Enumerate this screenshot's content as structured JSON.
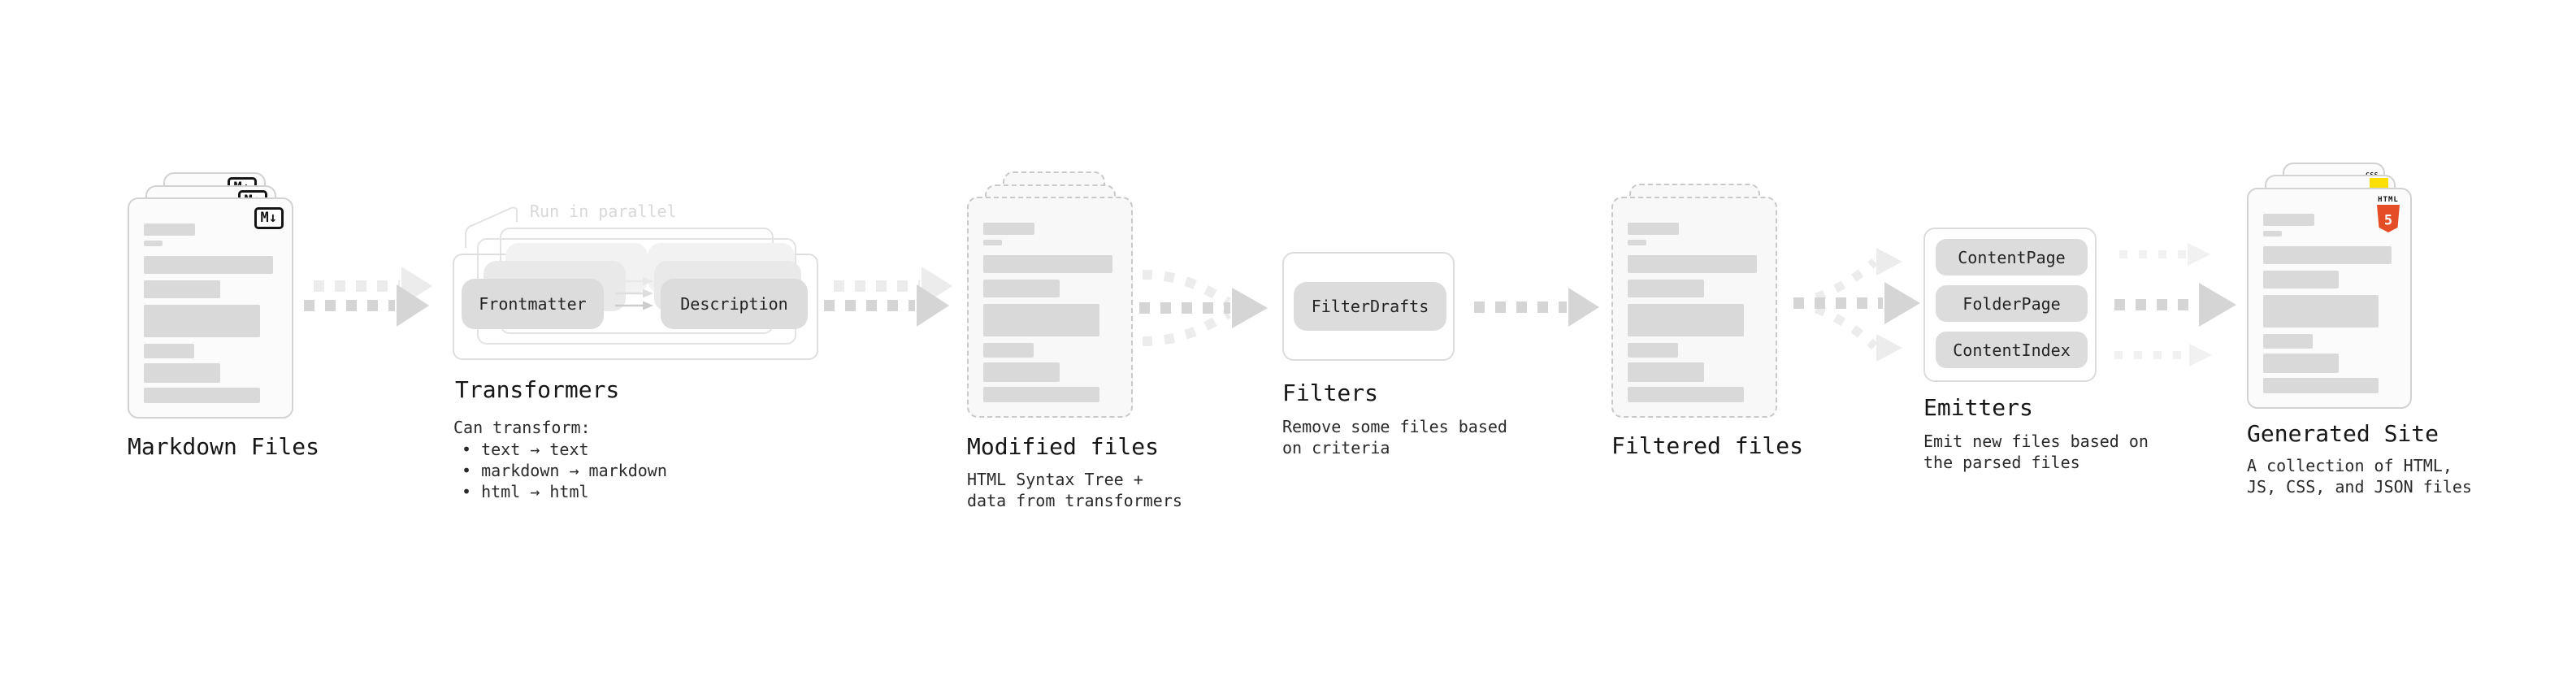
{
  "colors": {
    "canvas_bg": "#ffffff",
    "doc_bar": "#d9d9d9",
    "arrow_dark": "#d5d5d5",
    "arrow_light": "#ececec",
    "arrow_faint": "#f1f1f1",
    "accent_html5": "#e44d26",
    "accent_js": "#ffdf00",
    "accent_css": "#2965f1"
  },
  "stages": {
    "markdown_files": {
      "title": "Markdown Files",
      "file_icon": "M↓"
    },
    "transformers": {
      "title": "Transformers",
      "annotation": "Run in parallel",
      "chips": {
        "input": "Frontmatter",
        "output": "Description"
      },
      "caption_heading": "Can transform:",
      "bullets": [
        "• text → text",
        "• markdown → markdown",
        "• html → html"
      ]
    },
    "modified_files": {
      "title": "Modified files",
      "caption": [
        "HTML Syntax Tree +",
        "data from transformers"
      ]
    },
    "filters": {
      "title": "Filters",
      "chip": "FilterDrafts",
      "caption": [
        "Remove some files based",
        "on criteria"
      ]
    },
    "filtered_files": {
      "title": "Filtered files"
    },
    "emitters": {
      "title": "Emitters",
      "chips": [
        "ContentPage",
        "FolderPage",
        "ContentIndex"
      ],
      "caption": [
        "Emit new files based on",
        "the parsed files"
      ]
    },
    "generated_site": {
      "title": "Generated Site",
      "caption": [
        "A collection of HTML,",
        "JS, CSS, and JSON files"
      ],
      "badges": {
        "html_label": "HTML",
        "html_number": "5",
        "css_label": "CSS"
      }
    }
  },
  "doc_bars": [
    {
      "w": 39,
      "h": 15,
      "gap": 0
    },
    {
      "w": 14,
      "h": 7,
      "gap": 6
    },
    {
      "w": 98,
      "h": 22,
      "gap": 12
    },
    {
      "w": 58,
      "h": 22,
      "gap": 8
    },
    {
      "w": 88,
      "h": 40,
      "gap": 8
    },
    {
      "w": 38,
      "h": 18,
      "gap": 8
    },
    {
      "w": 58,
      "h": 24,
      "gap": 6
    },
    {
      "w": 88,
      "h": 19,
      "gap": 6
    }
  ]
}
